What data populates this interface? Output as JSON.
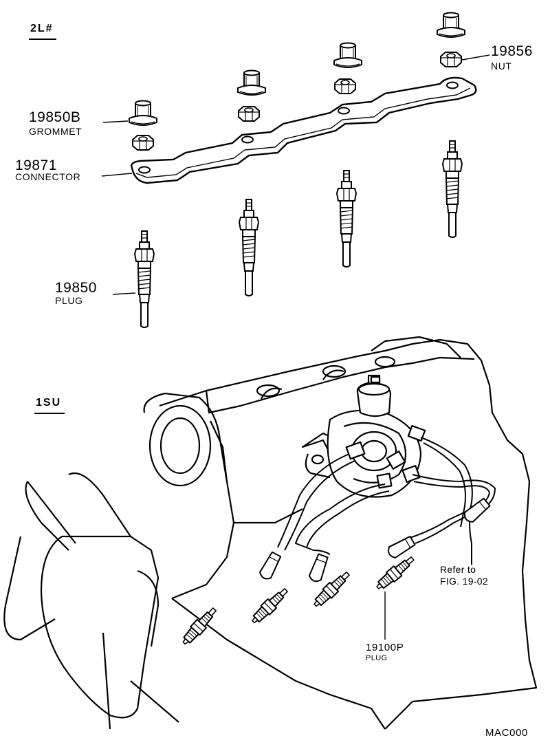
{
  "sections": {
    "top": "2L#",
    "bottom": "1SU"
  },
  "callouts": {
    "nut": {
      "number": "19856",
      "name": "NUT"
    },
    "grommet": {
      "number": "19850B",
      "name": "GROMMET"
    },
    "connector": {
      "number": "19871",
      "name": "CONNECTOR"
    },
    "glow_plug": {
      "number": "19850",
      "name": "PLUG"
    },
    "spark_plug": {
      "number": "19100P",
      "name": "PLUG"
    },
    "reference": {
      "line1": "Refer to",
      "line2": "FIG. 19-02"
    }
  },
  "figure_code": "MAC000",
  "colors": {
    "ink": "#000000",
    "paper": "#ffffff"
  }
}
